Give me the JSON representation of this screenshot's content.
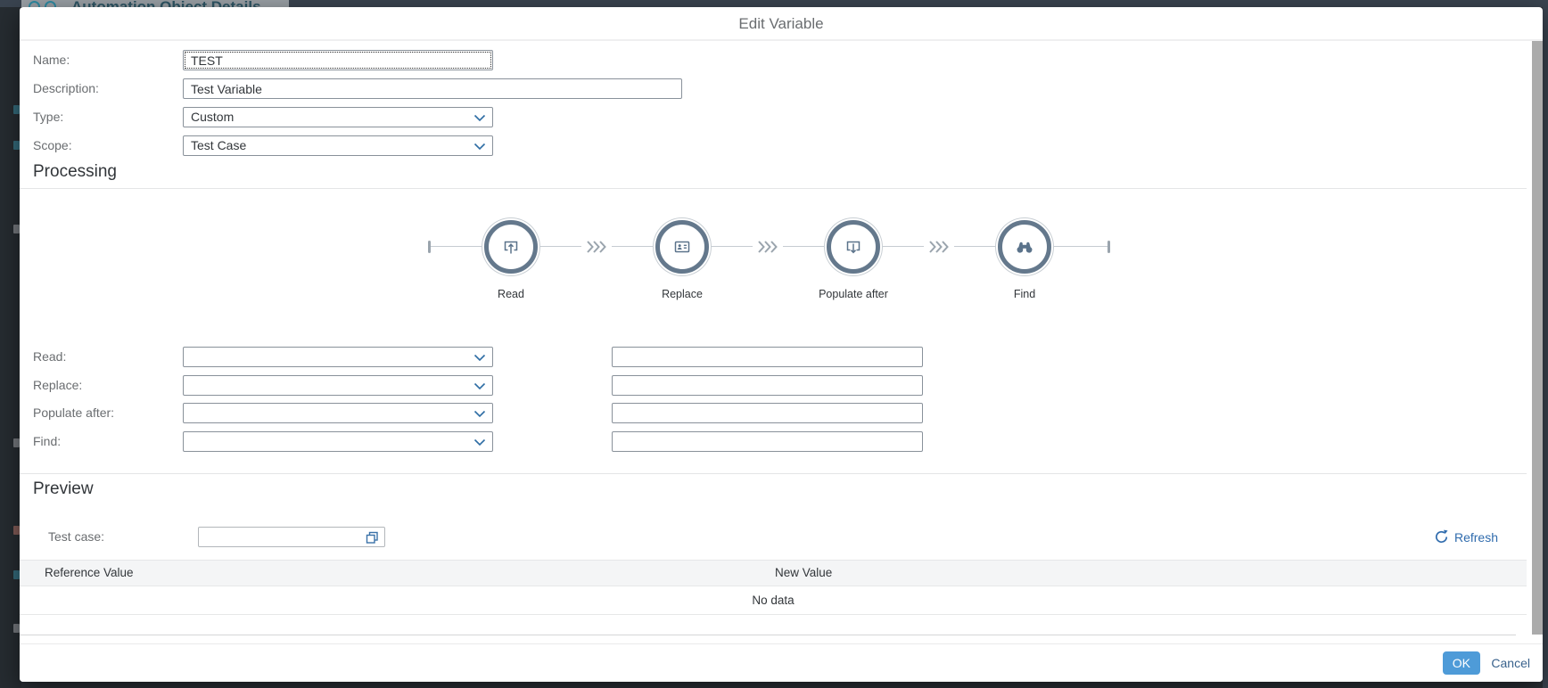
{
  "background": {
    "app_title": "Automation Object Details"
  },
  "dialog": {
    "title": "Edit Variable",
    "fields": {
      "name": {
        "label": "Name:",
        "value": "TEST"
      },
      "description": {
        "label": "Description:",
        "value": "Test Variable"
      },
      "type": {
        "label": "Type:",
        "value": "Custom"
      },
      "scope": {
        "label": "Scope:",
        "value": "Test Case"
      }
    },
    "processing": {
      "heading": "Processing",
      "flow_steps": [
        {
          "label": "Read",
          "icon": "upload-icon"
        },
        {
          "label": "Replace",
          "icon": "id-card-icon"
        },
        {
          "label": "Populate after",
          "icon": "download-icon"
        },
        {
          "label": "Find",
          "icon": "binoculars-icon"
        }
      ],
      "rows": [
        {
          "label": "Read:",
          "select_value": "",
          "input_value": ""
        },
        {
          "label": "Replace:",
          "select_value": "",
          "input_value": ""
        },
        {
          "label": "Populate after:",
          "select_value": "",
          "input_value": ""
        },
        {
          "label": "Find:",
          "select_value": "",
          "input_value": ""
        }
      ]
    },
    "preview": {
      "heading": "Preview",
      "test_case_label": "Test case:",
      "test_case_value": "",
      "refresh_label": "Refresh",
      "table": {
        "columns": [
          "Reference Value",
          "New Value"
        ],
        "empty_text": "No data"
      }
    },
    "footer": {
      "ok_label": "OK",
      "cancel_label": "Cancel"
    }
  },
  "colors": {
    "accent_chevron": "#2e6da4",
    "flow_ring": "#64788c",
    "flow_icon": "#5b738b",
    "ok_button": "#4e9bd8",
    "cancel_link": "#39628c",
    "refresh_link": "#2f6bad",
    "shell_bar": "#3a4450"
  }
}
